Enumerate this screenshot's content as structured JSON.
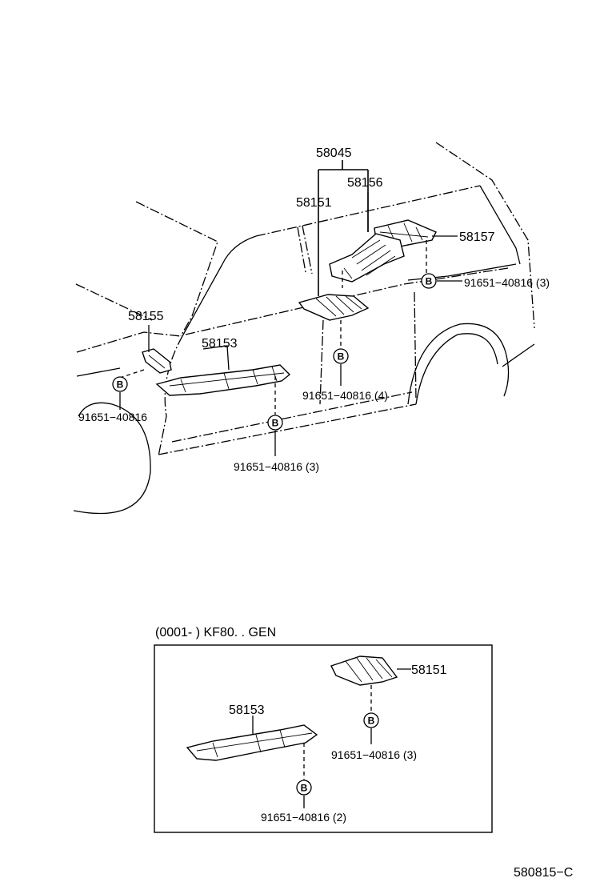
{
  "main_labels": {
    "assy_58045": "58045",
    "part_58156": "58156",
    "part_58151": "58151",
    "part_58157": "58157",
    "part_58155": "58155",
    "part_58153": "58153",
    "bolt_58157": "91651−40816 (3)",
    "bolt_58151": "91651−40816 (4)",
    "bolt_58155": "91651−40816",
    "bolt_58153": "91651−40816 (3)",
    "marker": "B"
  },
  "inset": {
    "title": "(0001-        ) KF80. . GEN",
    "part_58151": "58151",
    "part_58153": "58153",
    "bolt_58151": "91651−40816 (3)",
    "bolt_58153": "91651−40816 (2)",
    "marker": "B"
  },
  "figure_id": "580815−C"
}
